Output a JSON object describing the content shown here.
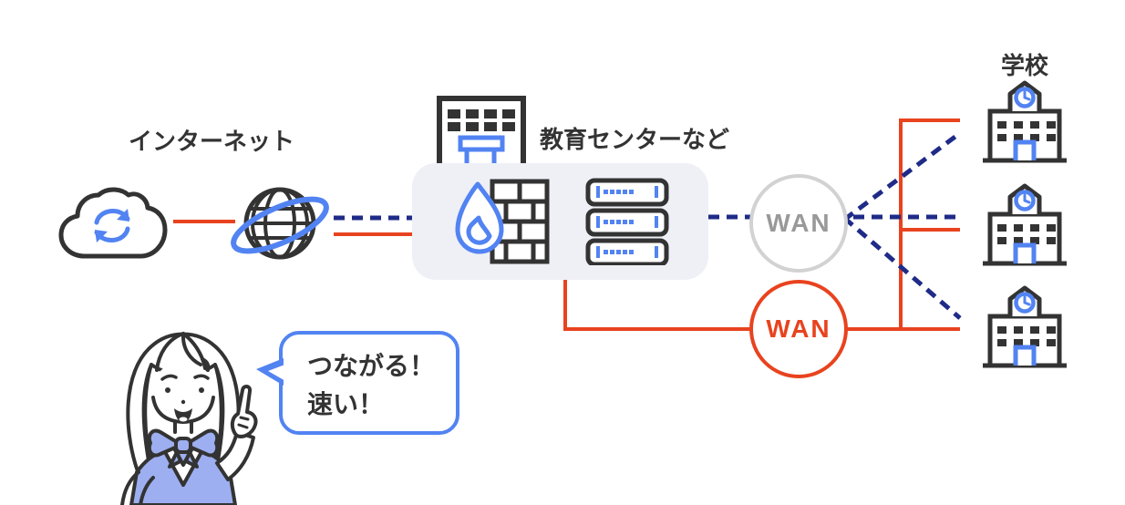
{
  "labels": {
    "internet": "インターネット",
    "education_center": "教育センターなど",
    "school": "学校"
  },
  "nodes": {
    "wan_dashed": {
      "label": "WAN",
      "style": "gray",
      "border_color": "#D2D2D2",
      "text_color": "#999999"
    },
    "wan_solid": {
      "label": "WAN",
      "style": "red",
      "border_color": "#E8431F",
      "text_color": "#E8431F"
    }
  },
  "speech_bubble": {
    "line1": "つながる！",
    "line2": "速い！"
  },
  "colors": {
    "line_red": "#E8431F",
    "line_navy_dashed": "#1F2B87",
    "accent_blue": "#5283F2",
    "soft_blue_fill": "#9DAFF0",
    "outline_dark": "#333333",
    "center_box_bg": "#EEF0F6"
  },
  "icons": {
    "cloud_sync": "cloud with circular sync arrows",
    "globe": "globe with orbit ring",
    "office_building": "education center building",
    "firewall": "flame in front of brick wall",
    "server_stack": "three rack servers",
    "school_building": "school with clock tower",
    "character": "girl pointing up with speech bubble"
  },
  "connections": [
    {
      "from": "internet-cloud",
      "to": "internet-globe",
      "type": "solid-red"
    },
    {
      "from": "internet-globe",
      "to": "education-center",
      "type": "dashed-navy"
    },
    {
      "from": "internet-globe",
      "to": "education-center",
      "type": "solid-red"
    },
    {
      "from": "education-center",
      "to": "wan-dashed",
      "type": "dashed-navy"
    },
    {
      "from": "education-center",
      "to": "wan-solid",
      "type": "solid-red"
    },
    {
      "from": "wan-dashed",
      "to": "school-1",
      "type": "dashed-navy"
    },
    {
      "from": "wan-dashed",
      "to": "school-2",
      "type": "dashed-navy"
    },
    {
      "from": "wan-dashed",
      "to": "school-3",
      "type": "dashed-navy"
    },
    {
      "from": "wan-solid",
      "to": "school-1",
      "type": "solid-red"
    },
    {
      "from": "wan-solid",
      "to": "school-2",
      "type": "solid-red"
    },
    {
      "from": "wan-solid",
      "to": "school-3",
      "type": "solid-red"
    }
  ]
}
